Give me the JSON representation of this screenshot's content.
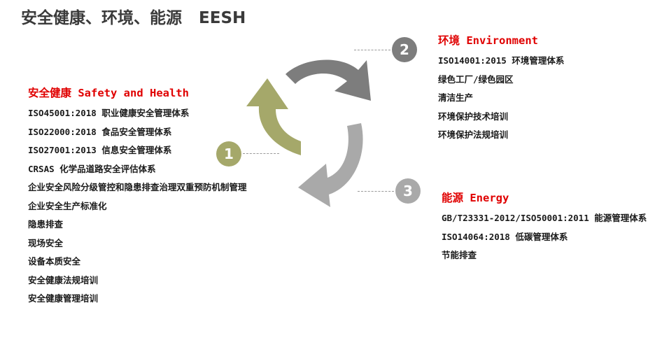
{
  "page": {
    "title": "安全健康、环境、能源   EESH"
  },
  "badges": [
    "1",
    "2",
    "3"
  ],
  "colors": {
    "title": "#3a3a3a",
    "section_title": "#e00000",
    "arrow_safety": "#a5a86a",
    "arrow_environment": "#7d7d7d",
    "arrow_energy": "#a9a9a9"
  },
  "sections": {
    "safety": {
      "title": "安全健康 Safety and Health",
      "items": [
        "ISO45001:2018  职业健康安全管理体系",
        "ISO22000:2018  食品安全管理体系",
        "ISO27001:2013  信息安全管理体系",
        "CRSAS 化学品道路安全评估体系",
        "企业安全风险分级管控和隐患排查治理双重预防机制管理",
        "企业安全生产标准化",
        "隐患排查",
        "现场安全",
        "设备本质安全",
        "安全健康法规培训",
        "安全健康管理培训"
      ]
    },
    "environment": {
      "title": "环境 Environment",
      "items": [
        "ISO14001:2015 环境管理体系",
        "绿色工厂/绿色园区",
        "清洁生产",
        "环境保护技术培训",
        "环境保护法规培训"
      ]
    },
    "energy": {
      "title": "能源 Energy",
      "items": [
        "GB/T23331-2012/ISO50001:2011 能源管理体系",
        "ISO14064:2018 低碳管理体系",
        "节能排查"
      ]
    }
  }
}
